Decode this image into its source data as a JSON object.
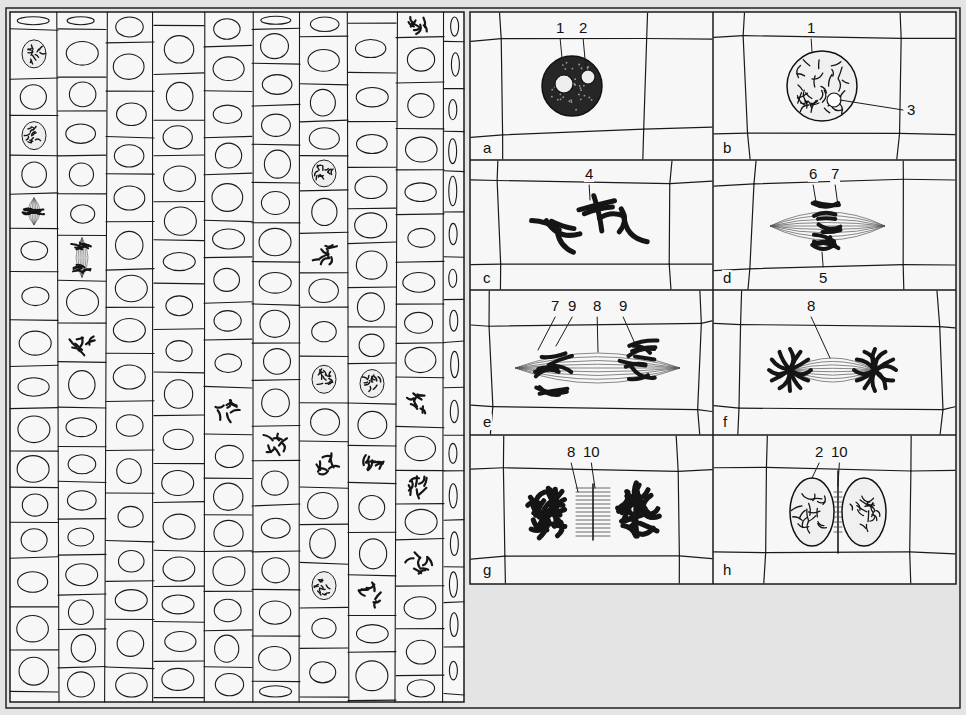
{
  "diagram": {
    "labels": [
      "1",
      "2",
      "a",
      "1",
      "3",
      "b",
      "4",
      "c",
      "6",
      "7",
      "5",
      "d",
      "7",
      "9",
      "8",
      "9",
      "e",
      "8",
      "f",
      "8",
      "10",
      "g",
      "2",
      "10",
      "h"
    ]
  }
}
